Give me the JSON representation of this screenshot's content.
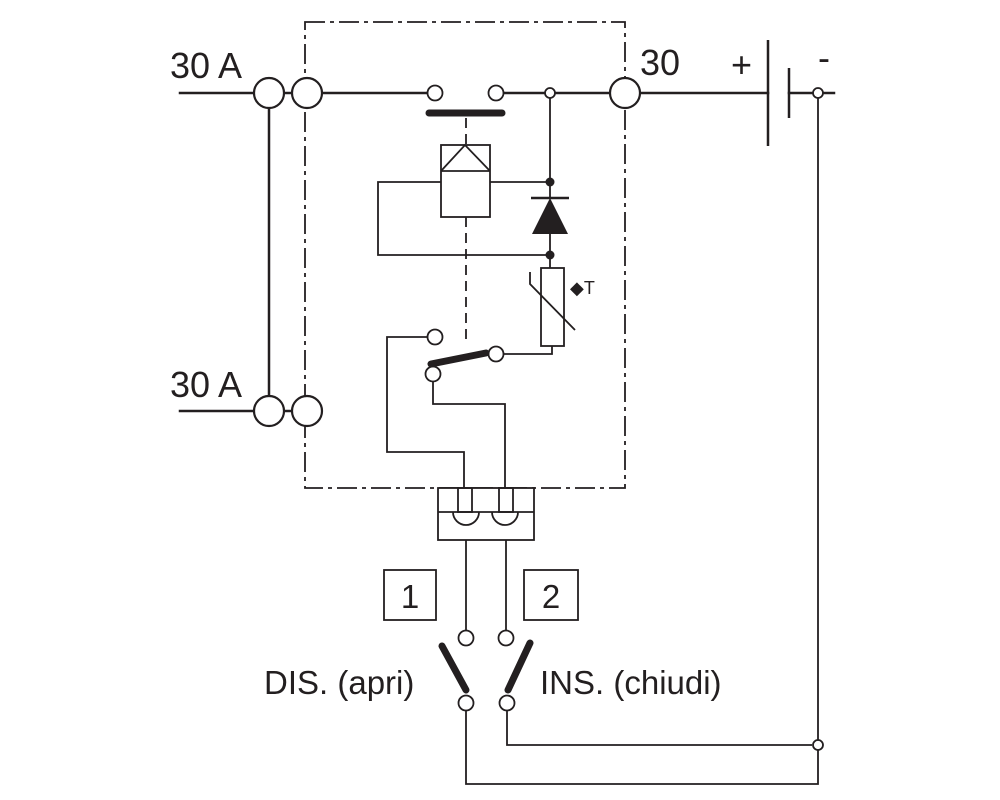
{
  "labels": {
    "terminal_30a_top": "30 A",
    "terminal_30a_bottom": "30 A",
    "terminal_30": "30",
    "battery_plus": "+",
    "battery_minus": "-",
    "ptc_marker": "T",
    "input_1": "1",
    "input_2": "2",
    "switch_open": "DIS. (apri)",
    "switch_close": "INS. (chiudi)"
  }
}
